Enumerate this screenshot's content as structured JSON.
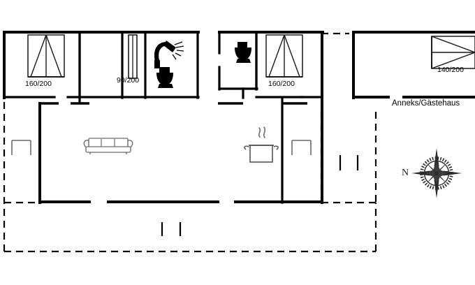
{
  "plan": {
    "type": "floor-plan",
    "colors": {
      "wall": "#000000",
      "outline": "#3a3a3a",
      "furniture": "#555555",
      "background": "#ffffff",
      "text": "#000000"
    },
    "labels": {
      "bed_main_left": "160/200",
      "bed_single": "90/200",
      "bed_main_right": "160/200",
      "bed_annex": "140/200",
      "annex_caption": "Anneks/Gästehaus",
      "compass_north": "N"
    },
    "rooms": [
      {
        "name": "bedroom-left",
        "bed_label": "160/200",
        "fixtures": [
          "double-bed-icon"
        ]
      },
      {
        "name": "bedroom-single",
        "bed_label": "90/200",
        "fixtures": [
          "single-bed-icon"
        ]
      },
      {
        "name": "bathroom-left",
        "bed_label": "",
        "fixtures": [
          "shower-icon",
          "toilet-icon"
        ]
      },
      {
        "name": "bathroom-right",
        "bed_label": "",
        "fixtures": [
          "toilet-icon"
        ]
      },
      {
        "name": "bedroom-right",
        "bed_label": "160/200",
        "fixtures": [
          "double-bed-icon"
        ]
      },
      {
        "name": "living-room",
        "bed_label": "",
        "fixtures": [
          "sofa-icon",
          "table-icon"
        ]
      },
      {
        "name": "kitchen",
        "bed_label": "",
        "fixtures": [
          "cooking-pot-icon",
          "table-icon"
        ]
      },
      {
        "name": "annex-guesthouse",
        "bed_label": "140/200",
        "fixtures": [
          "double-bed-icon"
        ]
      }
    ],
    "icons": {
      "double_bed_left": "double-bed-icon",
      "single_bed": "single-bed-icon",
      "shower": "shower-icon",
      "toilet_left": "toilet-icon",
      "toilet_right": "toilet-icon",
      "double_bed_right": "double-bed-icon",
      "sofa": "sofa-icon",
      "cooking_pot": "cooking-pot-icon",
      "table_left": "table-icon",
      "table_right": "table-icon",
      "bed_annex": "double-bed-icon",
      "compass": "compass-rose-icon"
    }
  }
}
